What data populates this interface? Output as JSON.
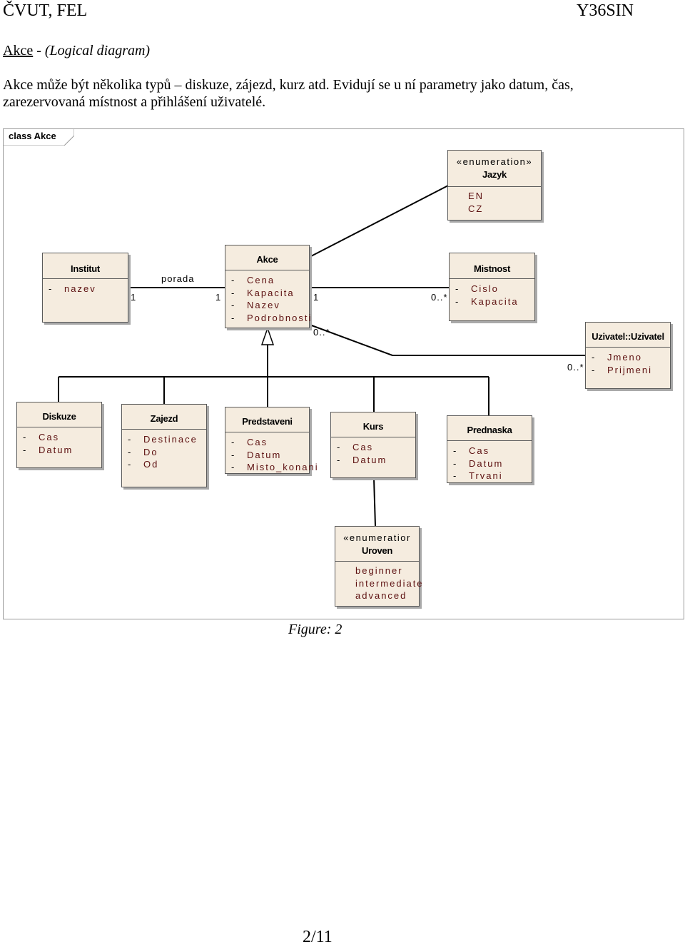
{
  "header": {
    "left": "ČVUT, FEL",
    "right": "Y36SIN"
  },
  "title": {
    "name": "Akce",
    "sep": " - ",
    "subtitle": "(Logical diagram)"
  },
  "paragraph": "Akce může být několika typů – diskuze, zájezd, kurz atd. Evidují se u ní parametry jako datum, čas, zarezervovaná místnost a přihlášení uživatelé.",
  "diagram": {
    "frame_label": "class Akce",
    "classes": {
      "jazyk": {
        "stereotype": "«enumeration»",
        "name": "Jazyk",
        "literals": [
          "EN",
          "CZ"
        ]
      },
      "institut": {
        "name": "Institut",
        "attrs": [
          "nazev"
        ]
      },
      "akce": {
        "name": "Akce",
        "attrs": [
          "Cena",
          "Kapacita",
          "Nazev",
          "Podrobnosti"
        ]
      },
      "mistnost": {
        "name": "Mistnost",
        "attrs": [
          "Cislo",
          "Kapacita"
        ]
      },
      "uzivatel": {
        "name": "Uzivatel::Uzivatel",
        "attrs": [
          "Jmeno",
          "Prijmeni"
        ]
      },
      "diskuze": {
        "name": "Diskuze",
        "attrs": [
          "Cas",
          "Datum"
        ]
      },
      "zajezd": {
        "name": "Zajezd",
        "attrs": [
          "Destinace",
          "Do",
          "Od"
        ]
      },
      "predstaveni": {
        "name": "Predstaveni",
        "attrs": [
          "Cas",
          "Datum",
          "Misto_konani"
        ]
      },
      "kurs": {
        "name": "Kurs",
        "attrs": [
          "Cas",
          "Datum"
        ]
      },
      "prednaska": {
        "name": "Prednaska",
        "attrs": [
          "Cas",
          "Datum",
          "Trvani"
        ]
      },
      "uroven": {
        "stereotype": "«enumeratior",
        "name": "Uroven",
        "literals": [
          "beginner",
          "intermediate",
          "advanced"
        ]
      }
    },
    "associations": {
      "porada": {
        "label": "porada",
        "mult_a": "1",
        "mult_b": "1"
      },
      "akce_mistnost": {
        "mult_a": "1",
        "mult_b": "0..*"
      },
      "akce_uzivatel": {
        "mult_a": "0..*",
        "mult_b": "0..*"
      }
    },
    "attr_prefix": "-"
  },
  "caption": "Figure: 2",
  "page_number": "2/11"
}
